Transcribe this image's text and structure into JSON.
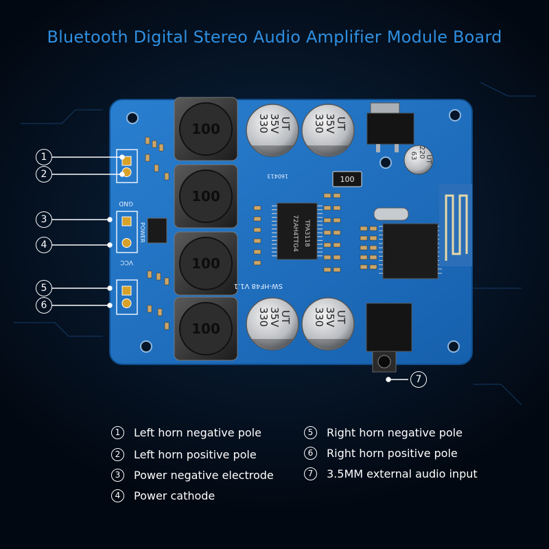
{
  "title": "Bluetooth Digital Stereo Audio Amplifier Module Board",
  "pins": [
    {
      "number": "1",
      "label": "Left horn negative pole"
    },
    {
      "number": "2",
      "label": "Left horn positive pole"
    },
    {
      "number": "3",
      "label": "Power negative electrode"
    },
    {
      "number": "4",
      "label": "Power cathode"
    },
    {
      "number": "5",
      "label": "Right horn negative pole"
    },
    {
      "number": "6",
      "label": "Right horn positive pole"
    },
    {
      "number": "7",
      "label": "3.5MM external audio input"
    }
  ],
  "board": {
    "model": "SW-HF48 V1.1",
    "chip": "TPA3118",
    "chip_code": "72AH4TTG4",
    "inductor_label": "100",
    "big_cap_labels": [
      "330",
      "35V",
      "UT"
    ],
    "small_cap_labels": [
      "220",
      "63",
      "UT"
    ],
    "resistor_label": "100",
    "gnd_label": "GND",
    "power_label": "POWER",
    "vcc_label": "VCC",
    "serial": "160413",
    "colors": {
      "pcb": "#1f6fc0",
      "background": "#061527",
      "title": "#2f8fe0"
    }
  }
}
